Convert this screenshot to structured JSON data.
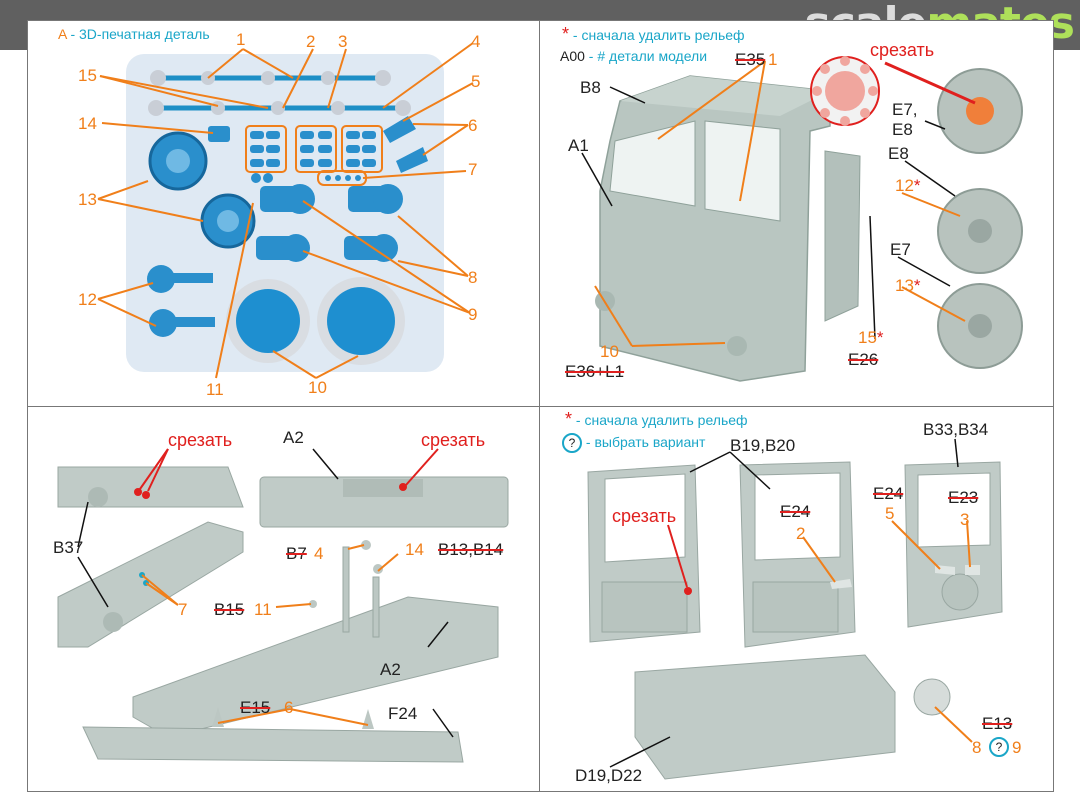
{
  "logo": {
    "part1": "scale",
    "part2": "mates"
  },
  "legend": {
    "a_letter": "A",
    "a_text": " - 3D-печатная деталь",
    "star": "*",
    "star_text": " - сначала удалить рельеф",
    "a00": "A00",
    "a00_text": " - # детали модели",
    "question": "?",
    "question_text": " - выбрать вариант"
  },
  "panel1": {
    "numbers": [
      "1",
      "2",
      "3",
      "4",
      "5",
      "6",
      "7",
      "8",
      "9",
      "10",
      "11",
      "12",
      "13",
      "14",
      "15"
    ]
  },
  "panel2": {
    "cut": "срезать",
    "labels": {
      "b8": "B8",
      "a1": "A1",
      "e35": "E35",
      "one": "1",
      "e7e8a": "E7,",
      "e7e8b": "E8",
      "e8": "E8",
      "e7": "E7",
      "n12": "12",
      "n13": "13",
      "n15": "15",
      "e26": "E26",
      "n10": "10",
      "e36l1": "E36+L1"
    }
  },
  "panel3": {
    "cut1": "срезать",
    "cut2": "срезать",
    "a2_top": "A2",
    "b37": "B37",
    "b7": "B7",
    "n4": "4",
    "n14": "14",
    "b13b14": "B13,B14",
    "b15": "B15",
    "n11": "11",
    "n7": "7",
    "a2_bottom": "A2",
    "e15": "E15",
    "n6": "6",
    "f24": "F24"
  },
  "panel4": {
    "b19b20": "B19,B20",
    "b33b34": "B33,B34",
    "cut": "срезать",
    "e24a": "E24",
    "n2": "2",
    "e24b": "E24",
    "e23": "E23",
    "n5": "5",
    "n3": "3",
    "d19d22": "D19,D22",
    "e13": "E13",
    "n8": "8",
    "n9": "9"
  }
}
